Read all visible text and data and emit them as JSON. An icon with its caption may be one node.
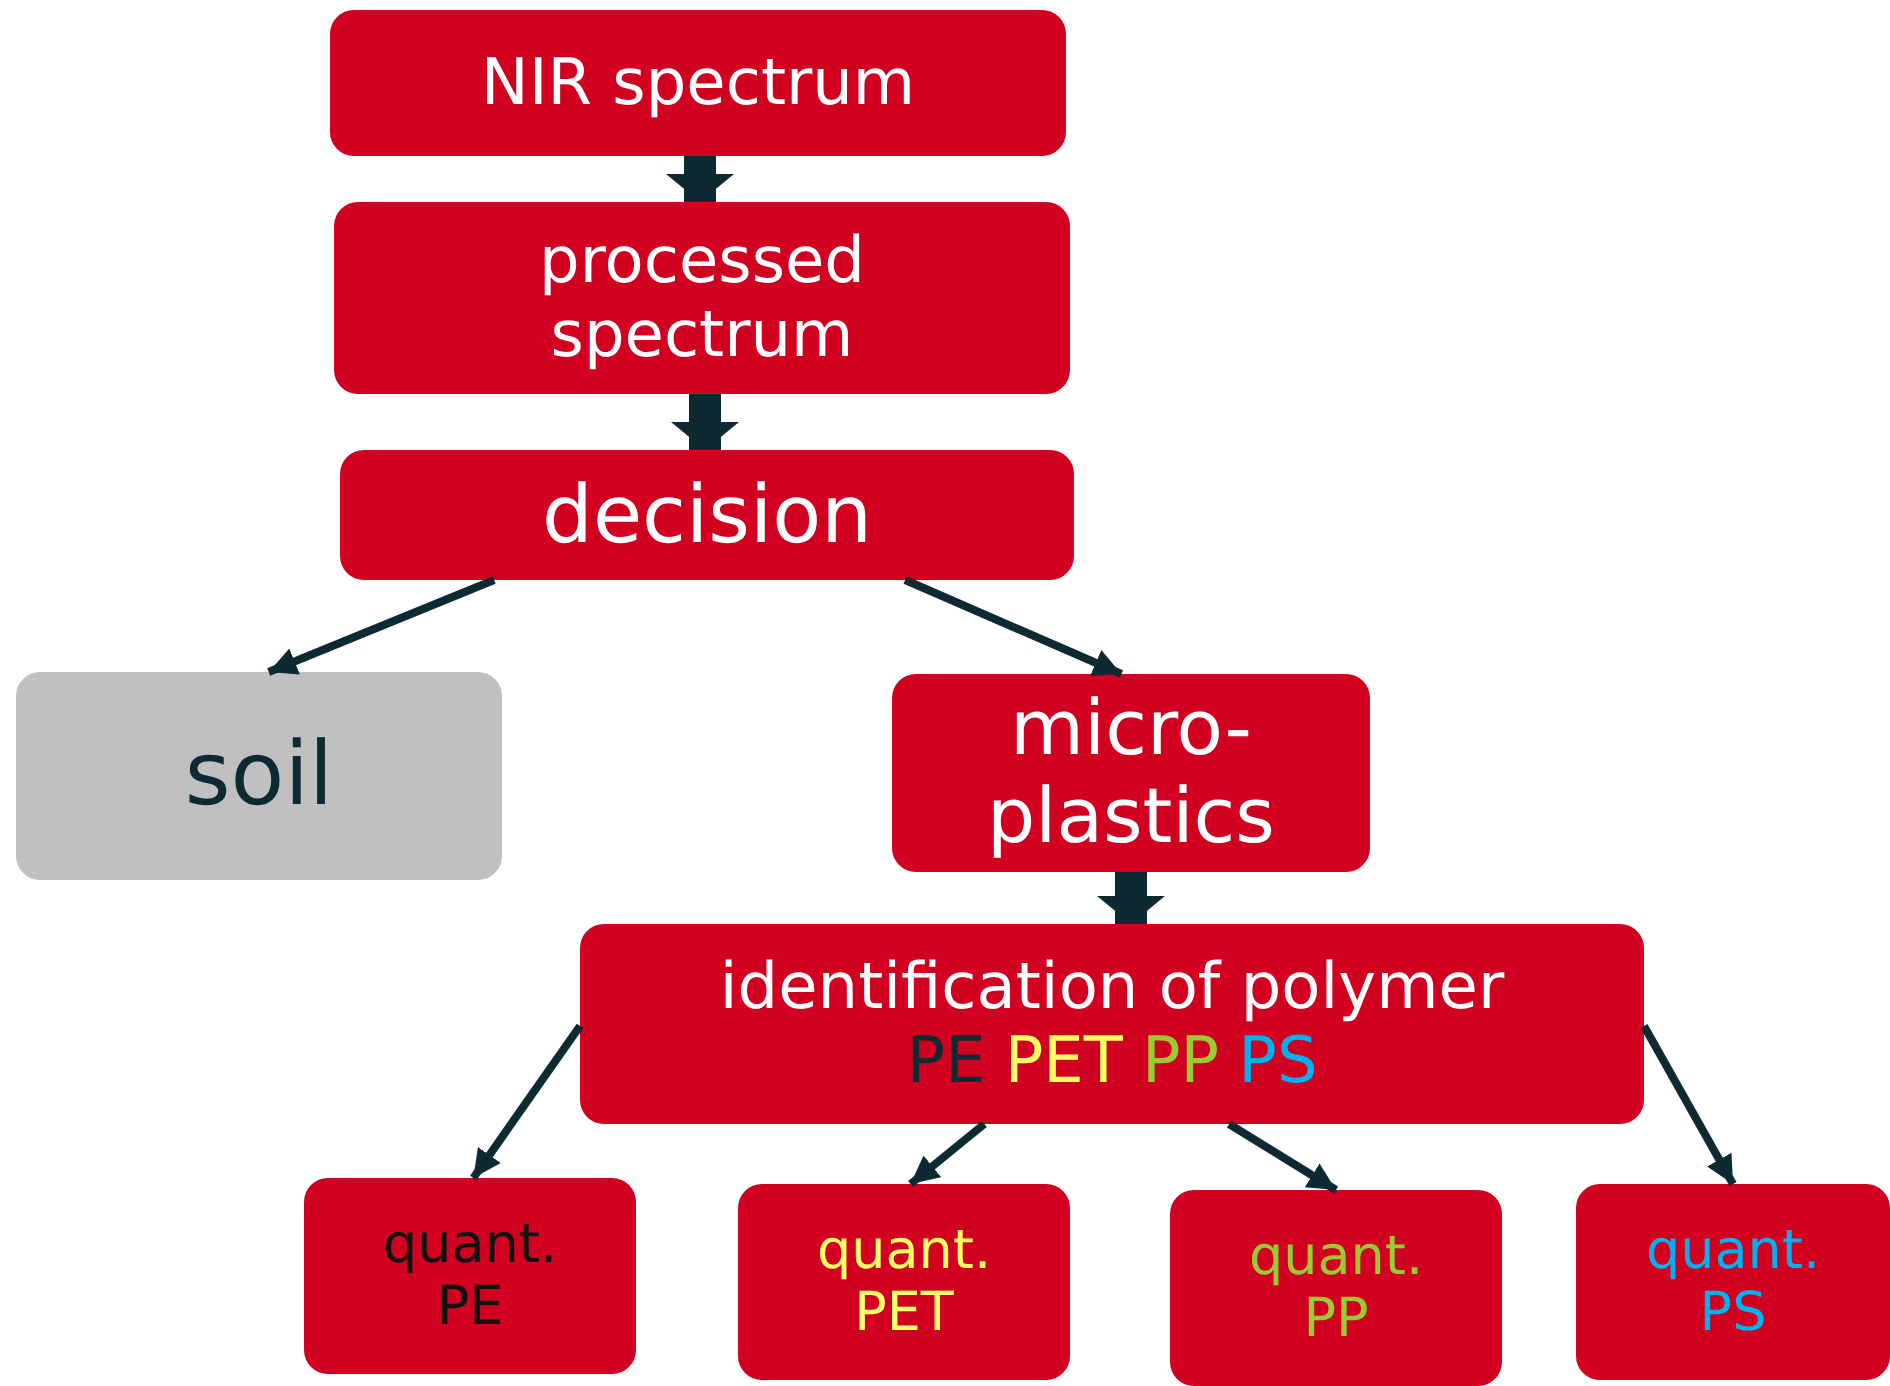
{
  "diagram": {
    "nodes": [
      {
        "text": [
          "NIR spectrum"
        ]
      },
      {
        "text": [
          "processed spectrum"
        ]
      },
      {
        "text": [
          "decision"
        ]
      },
      {
        "text": [
          "soil"
        ]
      },
      {
        "text": [
          "micro-plastics"
        ]
      },
      {
        "text": [
          "identification of polymer",
          "PE",
          "PET",
          "PP",
          "PS"
        ]
      },
      {
        "text": [
          "quant. PE"
        ]
      },
      {
        "text": [
          "quant. PET"
        ]
      },
      {
        "text": [
          "quant. PP"
        ]
      },
      {
        "text": [
          "quant. PS"
        ]
      }
    ],
    "edges": [
      {
        "from": 0,
        "to": 1,
        "arrow": "to",
        "style": "thick"
      },
      {
        "from": 1,
        "to": 2,
        "arrow": "to",
        "style": "thick"
      },
      {
        "from": 2,
        "to": 3,
        "arrow": "to"
      },
      {
        "from": 2,
        "to": 4,
        "arrow": "to"
      },
      {
        "from": 4,
        "to": 5,
        "arrow": "to",
        "style": "thick"
      },
      {
        "from": 5,
        "to": 6,
        "arrow": "to"
      },
      {
        "from": 5,
        "to": 7,
        "arrow": "to"
      },
      {
        "from": 5,
        "to": 8,
        "arrow": "to"
      },
      {
        "from": 5,
        "to": 9,
        "arrow": "to"
      }
    ]
  }
}
